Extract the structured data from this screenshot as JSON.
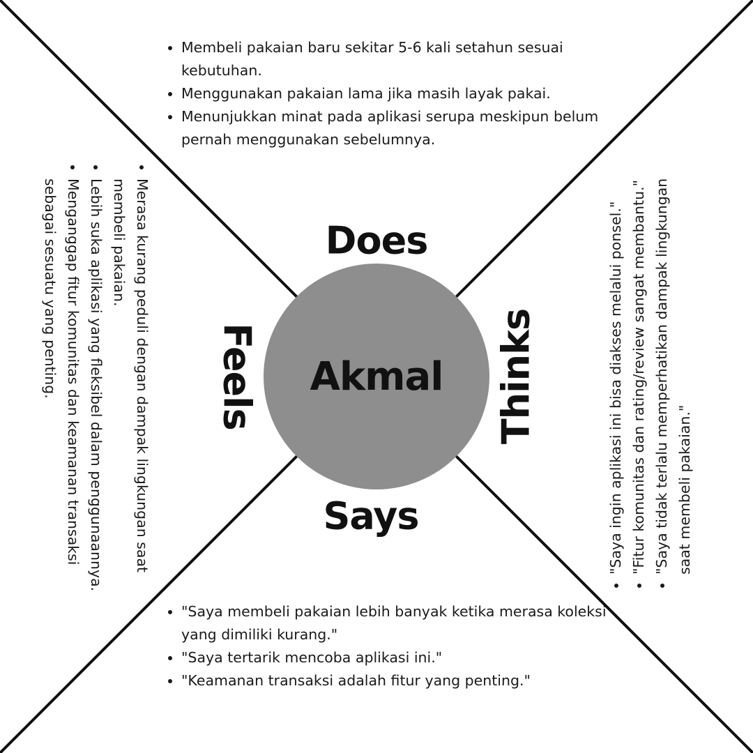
{
  "persona": {
    "name": "Akmal"
  },
  "quadrants": {
    "does": {
      "label": "Does",
      "items": [
        "Membeli pakaian baru sekitar 5-6 kali setahun sesuai kebutuhan.",
        "Menggunakan pakaian lama jika masih layak pakai.",
        "Menunjukkan minat pada aplikasi serupa meskipun belum pernah menggunakan sebelumnya."
      ]
    },
    "feels": {
      "label": "Feels",
      "items": [
        "Merasa kurang peduli dengan dampak lingkungan saat membeli pakaian.",
        "Lebih suka aplikasi yang fleksibel dalam penggunaannya.",
        "Menganggap fitur komunitas dan keamanan transaksi sebagai sesuatu yang penting."
      ]
    },
    "thinks": {
      "label": "Thinks",
      "items": [
        "\"Saya ingin aplikasi ini bisa diakses melalui ponsel.\"",
        "\"Fitur komunitas dan rating/review sangat membantu.\"",
        "\"Saya tidak terlalu memperhatikan dampak lingkungan saat membeli pakaian.\""
      ]
    },
    "says": {
      "label": "Says",
      "items": [
        "\"Saya membeli pakaian lebih banyak ketika merasa koleksi yang dimiliki kurang.\"",
        "\"Saya tertarik mencoba aplikasi ini.\"",
        "\"Keamanan transaksi adalah fitur yang penting.\""
      ]
    }
  },
  "colors": {
    "circle": "#8e8e8e",
    "lines": "#111111",
    "text": "#1a1a1a",
    "background": "#ffffff"
  }
}
